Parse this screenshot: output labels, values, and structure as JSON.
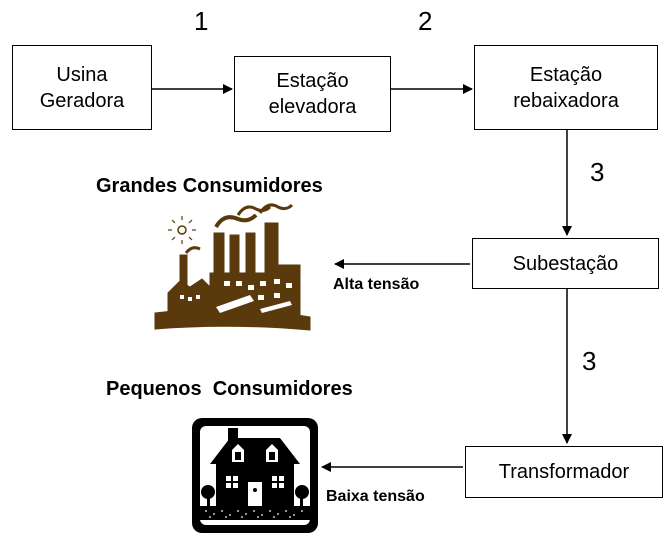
{
  "nodes": {
    "usina": [
      "Usina",
      "Geradora"
    ],
    "elevadora": [
      "Estação",
      "elevadora"
    ],
    "rebaixadora": [
      "Estação",
      "rebaixadora"
    ],
    "subestacao": "Subestação",
    "transformador": "Transformador"
  },
  "edge_numbers": [
    "1",
    "2",
    "3",
    "3"
  ],
  "labels": {
    "grandes": "Grandes Consumidores",
    "pequenos": "Pequenos  Consumidores",
    "alta": "Alta tensão",
    "baixa": "Baixa tensão"
  },
  "icons": [
    "factory-icon",
    "house-icon"
  ],
  "colors": {
    "factory": "#5a3a0c",
    "house": "#000000"
  }
}
